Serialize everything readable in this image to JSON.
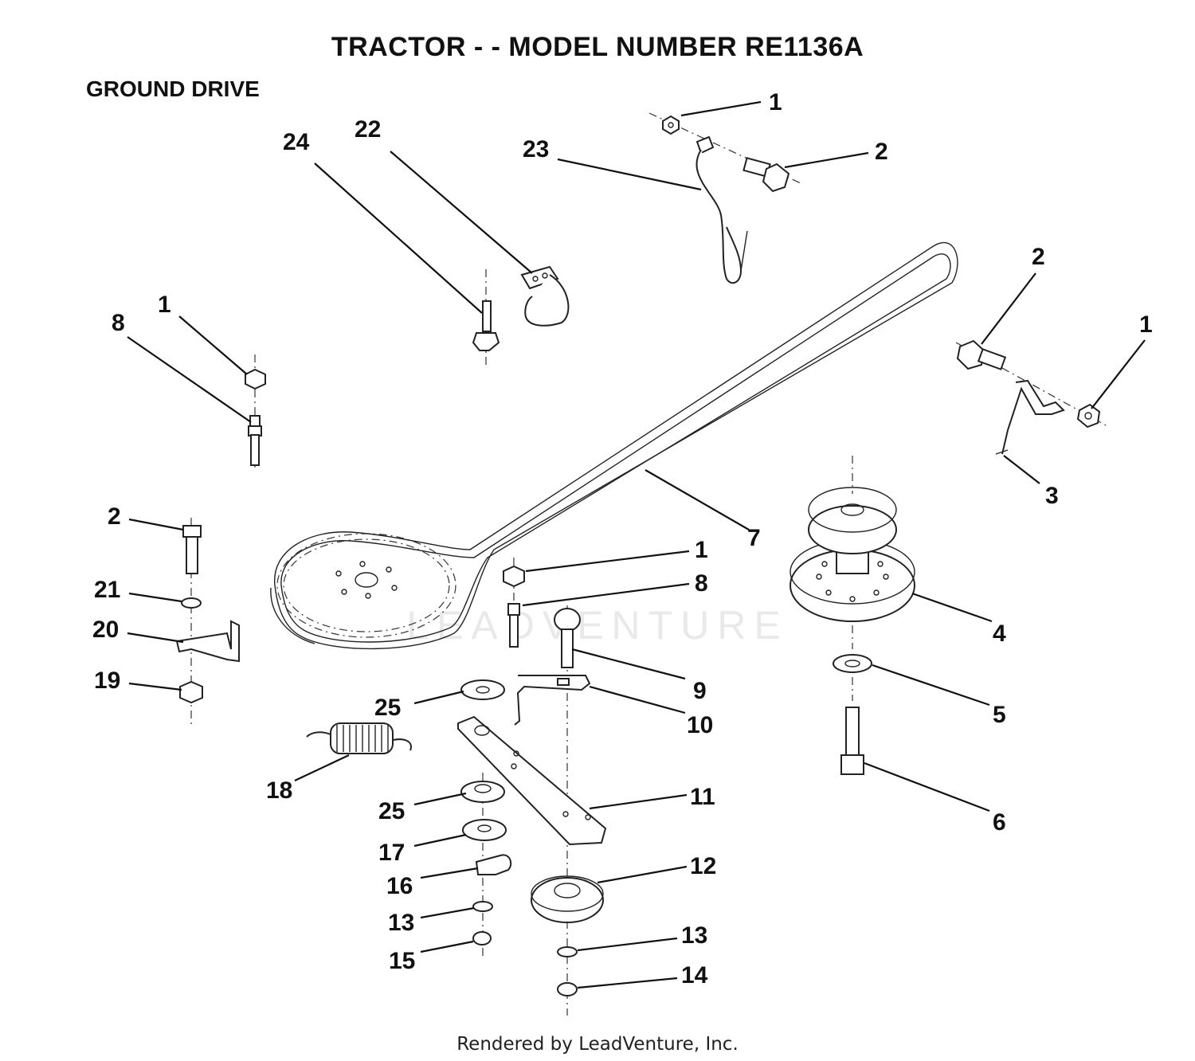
{
  "header": {
    "title": "TRACTOR - - MODEL NUMBER RE1136A",
    "section": "GROUND DRIVE"
  },
  "watermark": "LEADVENTURE",
  "footer": "Rendered by LeadVenture, Inc.",
  "callouts": [
    {
      "key": "c1a",
      "label": "1"
    },
    {
      "key": "c2a",
      "label": "2"
    },
    {
      "key": "c23",
      "label": "23"
    },
    {
      "key": "c22",
      "label": "22"
    },
    {
      "key": "c24",
      "label": "24"
    },
    {
      "key": "c2b",
      "label": "2"
    },
    {
      "key": "c1b",
      "label": "1"
    },
    {
      "key": "c3",
      "label": "3"
    },
    {
      "key": "c1c",
      "label": "1"
    },
    {
      "key": "c8a",
      "label": "8"
    },
    {
      "key": "c7",
      "label": "7"
    },
    {
      "key": "c2c",
      "label": "2"
    },
    {
      "key": "c21",
      "label": "21"
    },
    {
      "key": "c20",
      "label": "20"
    },
    {
      "key": "c19",
      "label": "19"
    },
    {
      "key": "c1d",
      "label": "1"
    },
    {
      "key": "c8b",
      "label": "8"
    },
    {
      "key": "c4",
      "label": "4"
    },
    {
      "key": "c5",
      "label": "5"
    },
    {
      "key": "c6",
      "label": "6"
    },
    {
      "key": "c9",
      "label": "9"
    },
    {
      "key": "c10",
      "label": "10"
    },
    {
      "key": "c25a",
      "label": "25"
    },
    {
      "key": "c18",
      "label": "18"
    },
    {
      "key": "c11",
      "label": "11"
    },
    {
      "key": "c25b",
      "label": "25"
    },
    {
      "key": "c17",
      "label": "17"
    },
    {
      "key": "c16",
      "label": "16"
    },
    {
      "key": "c12",
      "label": "12"
    },
    {
      "key": "c13a",
      "label": "13"
    },
    {
      "key": "c15",
      "label": "15"
    },
    {
      "key": "c13b",
      "label": "13"
    },
    {
      "key": "c14",
      "label": "14"
    }
  ]
}
